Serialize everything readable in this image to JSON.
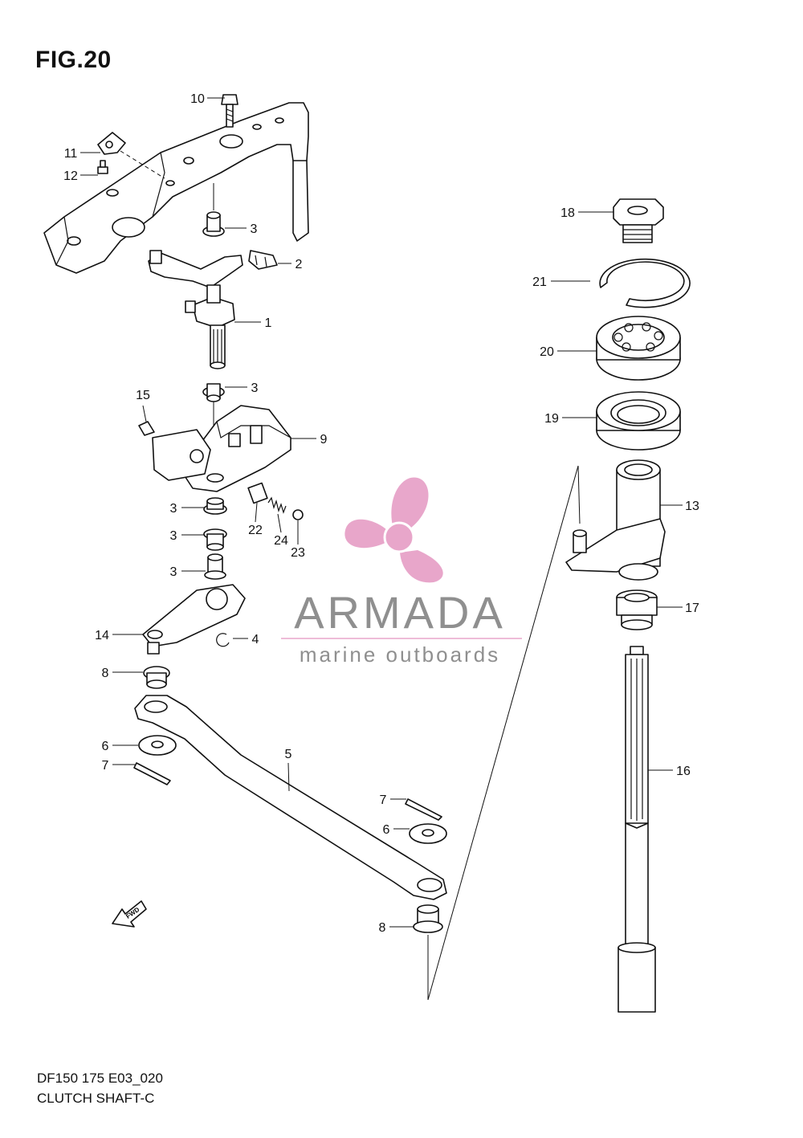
{
  "figure": {
    "title": "FIG.20",
    "code": "DF150 175 E03_020",
    "name": "CLUTCH SHAFT-C"
  },
  "watermark": {
    "brand": "ARMADA",
    "tagline": "marine outboards",
    "color_text": "#8a8a8a",
    "color_logo": "#e7a2c8"
  },
  "fwd_label": "FWD",
  "callouts": [
    {
      "id": "c10",
      "text": "10"
    },
    {
      "id": "c11",
      "text": "11"
    },
    {
      "id": "c12",
      "text": "12"
    },
    {
      "id": "c3a",
      "text": "3"
    },
    {
      "id": "c2",
      "text": "2"
    },
    {
      "id": "c1",
      "text": "1"
    },
    {
      "id": "c3b",
      "text": "3"
    },
    {
      "id": "c15",
      "text": "15"
    },
    {
      "id": "c9",
      "text": "9"
    },
    {
      "id": "c3c",
      "text": "3"
    },
    {
      "id": "c3d",
      "text": "3"
    },
    {
      "id": "c3e",
      "text": "3"
    },
    {
      "id": "c22",
      "text": "22"
    },
    {
      "id": "c24",
      "text": "24"
    },
    {
      "id": "c23",
      "text": "23"
    },
    {
      "id": "c14",
      "text": "14"
    },
    {
      "id": "c4",
      "text": "4"
    },
    {
      "id": "c8a",
      "text": "8"
    },
    {
      "id": "c6a",
      "text": "6"
    },
    {
      "id": "c7a",
      "text": "7"
    },
    {
      "id": "c5",
      "text": "5"
    },
    {
      "id": "c7b",
      "text": "7"
    },
    {
      "id": "c6b",
      "text": "6"
    },
    {
      "id": "c8b",
      "text": "8"
    },
    {
      "id": "c18",
      "text": "18"
    },
    {
      "id": "c21",
      "text": "21"
    },
    {
      "id": "c20",
      "text": "20"
    },
    {
      "id": "c19",
      "text": "19"
    },
    {
      "id": "c13",
      "text": "13"
    },
    {
      "id": "c17",
      "text": "17"
    },
    {
      "id": "c16",
      "text": "16"
    }
  ]
}
